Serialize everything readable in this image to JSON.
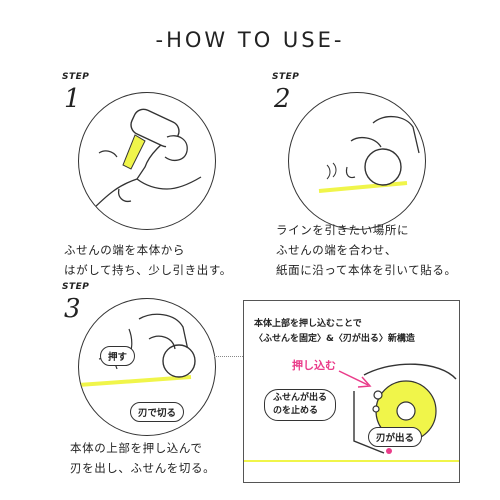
{
  "title": "-HOW TO USE-",
  "steps": [
    {
      "word": "STEP",
      "num": "1",
      "lines": [
        "ふせんの端を本体から",
        "はがして持ち、少し引き出す。"
      ]
    },
    {
      "word": "STEP",
      "num": "2",
      "lines": [
        "ラインを引きたい場所に",
        "ふせんの端を合わせ、",
        "紙面に沿って本体を引いて貼る。"
      ]
    },
    {
      "word": "STEP",
      "num": "3",
      "lines": [
        "本体の上部を押し込んで",
        "刃を出し、ふせんを切る。"
      ]
    }
  ],
  "step3_callouts": {
    "press": "押す",
    "cut": "刃で切る"
  },
  "detail": {
    "heading_line1": "本体上部を押し込むことで",
    "heading_line2": "〈ふせんを固定〉&〈刃が出る〉新構造",
    "press_in": "押し込む",
    "stop": [
      "ふせんが出る",
      "のを止める"
    ],
    "blade": "刃が出る"
  },
  "colors": {
    "accent_yellow": "#f0f54a",
    "accent_pink": "#ea3c8a",
    "line": "#333333"
  }
}
